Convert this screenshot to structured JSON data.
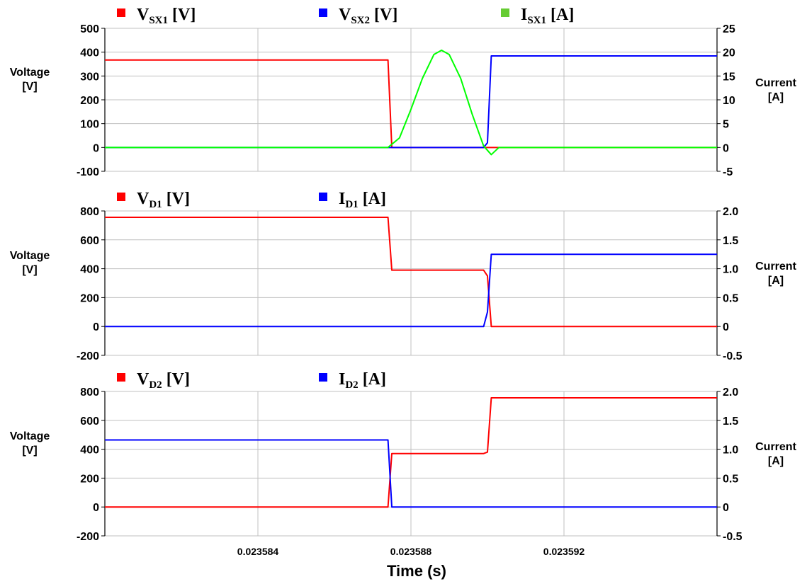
{
  "chart_data": [
    {
      "type": "line",
      "legend": [
        {
          "main": "V",
          "sub": "SX1",
          "unit": " [V]",
          "color": "#ff0000"
        },
        {
          "main": "V",
          "sub": "SX2",
          "unit": " [V]",
          "color": "#0000ff"
        },
        {
          "main": "I",
          "sub": "SX1",
          "unit": " [A]",
          "color": "#66cc33"
        }
      ],
      "ylabel_left": [
        "Voltage",
        "[V]"
      ],
      "ylabel_right": [
        "Current",
        "[A]"
      ],
      "ylim_left": [
        -100,
        500
      ],
      "ylim_right": [
        -5,
        25
      ],
      "yticks_left": [
        "500",
        "400",
        "300",
        "200",
        "100",
        "0",
        "-100"
      ],
      "yticks_right": [
        "25",
        "20",
        "15",
        "10",
        "5",
        "0",
        "-5"
      ],
      "xlim": [
        0.02358,
        0.023596
      ],
      "series": [
        {
          "axis": "left",
          "color": "#ff0000",
          "x": [
            0.02358,
            0.0235874,
            0.0235875,
            0.023596
          ],
          "y": [
            367,
            367,
            0,
            0
          ]
        },
        {
          "axis": "left",
          "color": "#0000ff",
          "x": [
            0.02358,
            0.0235875,
            0.0235899,
            0.02359,
            0.0235901,
            0.023596
          ],
          "y": [
            0,
            0,
            0,
            20,
            384,
            384
          ]
        },
        {
          "axis": "right",
          "color": "#00ff00",
          "x": [
            0.02358,
            0.0235874,
            0.0235877,
            0.023588,
            0.0235883,
            0.0235886,
            0.0235888,
            0.023589,
            0.0235893,
            0.0235896,
            0.0235899,
            0.0235901,
            0.0235903,
            0.023596
          ],
          "y": [
            0,
            0,
            2,
            8,
            14.5,
            19.5,
            20.4,
            19.5,
            14.5,
            7,
            0.3,
            -1.5,
            0,
            0
          ]
        }
      ]
    },
    {
      "type": "line",
      "legend": [
        {
          "main": "V",
          "sub": "D1",
          "unit": " [V]",
          "color": "#ff0000"
        },
        {
          "main": "I",
          "sub": "D1",
          "unit": " [A]",
          "color": "#0000ff"
        }
      ],
      "ylabel_left": [
        "Voltage",
        "[V]"
      ],
      "ylabel_right": [
        "Current",
        "[A]"
      ],
      "ylim_left": [
        -200,
        800
      ],
      "ylim_right": [
        -0.5,
        2.0
      ],
      "yticks_left": [
        "800",
        "600",
        "400",
        "200",
        "0",
        "-200"
      ],
      "yticks_right": [
        "2.0",
        "1.5",
        "1.0",
        "0.5",
        "0",
        "-0.5"
      ],
      "xlim": [
        0.02358,
        0.023596
      ],
      "series": [
        {
          "axis": "left",
          "color": "#ff0000",
          "x": [
            0.02358,
            0.0235874,
            0.0235875,
            0.0235899,
            0.02359,
            0.0235901,
            0.023596
          ],
          "y": [
            756,
            756,
            390,
            390,
            350,
            0,
            0
          ]
        },
        {
          "axis": "right",
          "color": "#0000ff",
          "x": [
            0.02358,
            0.0235899,
            0.02359,
            0.0235901,
            0.023596
          ],
          "y": [
            0,
            0,
            0.25,
            1.25,
            1.25
          ]
        }
      ]
    },
    {
      "type": "line",
      "legend": [
        {
          "main": "V",
          "sub": "D2",
          "unit": " [V]",
          "color": "#ff0000"
        },
        {
          "main": "I",
          "sub": "D2",
          "unit": " [A]",
          "color": "#0000ff"
        }
      ],
      "ylabel_left": [
        "Voltage",
        "[V]"
      ],
      "ylabel_right": [
        "Current",
        "[A]"
      ],
      "ylim_left": [
        -200,
        800
      ],
      "ylim_right": [
        -0.5,
        2.0
      ],
      "yticks_left": [
        "800",
        "600",
        "400",
        "200",
        "0",
        "-200"
      ],
      "yticks_right": [
        "2.0",
        "1.5",
        "1.0",
        "0.5",
        "0",
        "-0.5"
      ],
      "xlim": [
        0.02358,
        0.023596
      ],
      "series": [
        {
          "axis": "left",
          "color": "#ff0000",
          "x": [
            0.02358,
            0.0235874,
            0.0235875,
            0.0235899,
            0.02359,
            0.0235901,
            0.023596
          ],
          "y": [
            0,
            0,
            370,
            370,
            380,
            756,
            756
          ]
        },
        {
          "axis": "right",
          "color": "#0000ff",
          "x": [
            0.02358,
            0.0235874,
            0.0235875,
            0.023596
          ],
          "y": [
            1.16,
            1.16,
            0,
            0
          ]
        }
      ]
    }
  ],
  "xaxis": {
    "title": "Time (s)",
    "ticks": [
      {
        "value": 0.023584,
        "label": "0.023584"
      },
      {
        "value": 0.023588,
        "label": "0.023588"
      },
      {
        "value": 0.023592,
        "label": "0.023592"
      }
    ]
  }
}
